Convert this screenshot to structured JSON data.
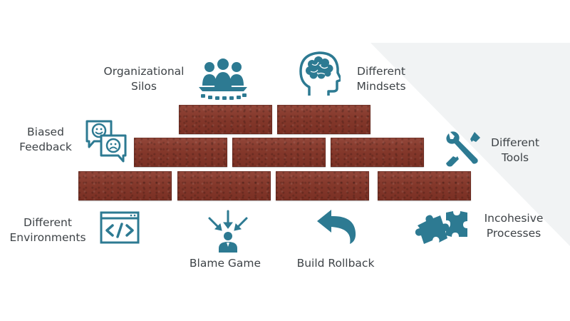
{
  "colors": {
    "icon": "#2d7a92",
    "text": "#3e4347",
    "brick": "#8a3b2e",
    "bg_shade": "#f1f3f4"
  },
  "items": {
    "organizational_silos": {
      "line1": "Organizational",
      "line2": "Silos",
      "icon": "team-icon"
    },
    "different_mindsets": {
      "line1": "Different",
      "line2": "Mindsets",
      "icon": "brain-head-icon"
    },
    "biased_feedback": {
      "line1": "Biased",
      "line2": "Feedback",
      "icon": "feedback-faces-icon"
    },
    "different_tools": {
      "line1": "Different",
      "line2": "Tools",
      "icon": "wrench-screwdriver-icon"
    },
    "different_environments": {
      "line1": "Different",
      "line2": "Environments",
      "icon": "code-window-icon"
    },
    "blame_game": {
      "line1": "Blame Game",
      "icon": "blame-arrows-person-icon"
    },
    "build_rollback": {
      "line1": "Build Rollback",
      "icon": "undo-arrow-icon"
    },
    "incohesive_processes": {
      "line1": "Incohesive",
      "line2": "Processes",
      "icon": "puzzle-icon"
    }
  }
}
